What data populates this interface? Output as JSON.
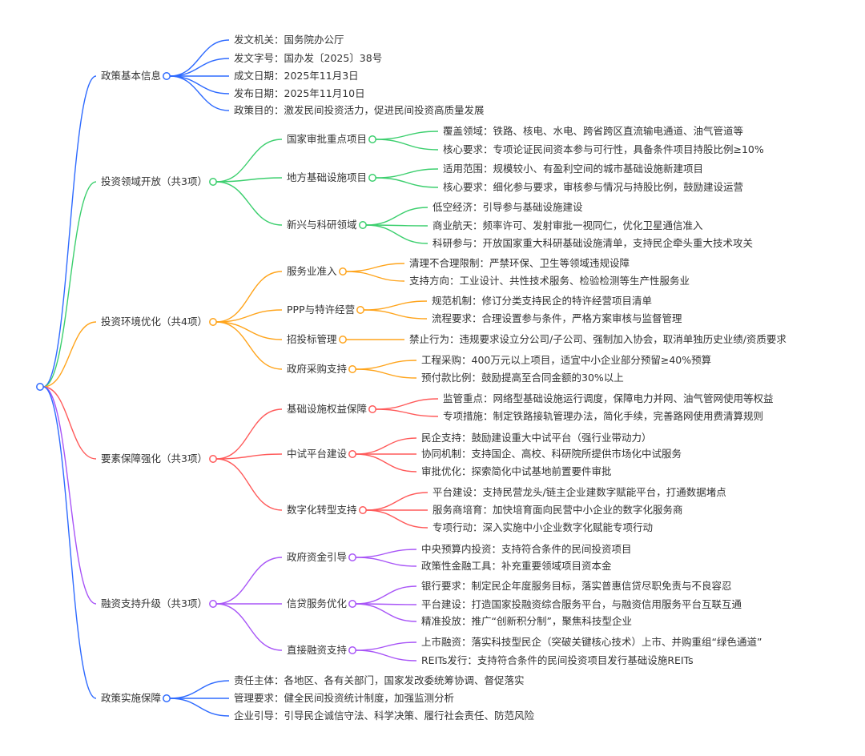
{
  "root": {
    "color": "#2f6bff"
  },
  "branches": [
    {
      "label": "政策基本信息",
      "color": "#2f6bff",
      "items": [
        "发文机关：国务院办公厅",
        "发文字号：国办发〔2025〕38号",
        "成文日期：2025年11月3日",
        "发布日期：2025年11月10日",
        "政策目的：激发民间投资活力，促进民间投资高质量发展"
      ]
    },
    {
      "label": "投资领域开放（共3项）",
      "color": "#3ccf6e",
      "children": [
        {
          "label": "国家审批重点项目",
          "items": [
            "覆盖领域：铁路、核电、水电、跨省跨区直流输电通道、油气管道等",
            "核心要求：专项论证民间资本参与可行性，具备条件项目持股比例≥10%"
          ]
        },
        {
          "label": "地方基础设施项目",
          "items": [
            "适用范围：规模较小、有盈利空间的城市基础设施新建项目",
            "核心要求：细化参与要求，审核参与情况与持股比例，鼓励建设运营"
          ]
        },
        {
          "label": "新兴与科研领域",
          "items": [
            "低空经济：引导参与基础设施建设",
            "商业航天：频率许可、发射审批一视同仁，优化卫星通信准入",
            "科研参与：开放国家重大科研基础设施清单，支持民企牵头重大技术攻关"
          ]
        }
      ]
    },
    {
      "label": "投资环境优化（共4项）",
      "color": "#ffa41b",
      "children": [
        {
          "label": "服务业准入",
          "items": [
            "清理不合理限制：严禁环保、卫生等领域违规设障",
            "支持方向：工业设计、共性技术服务、检验检测等生产性服务业"
          ]
        },
        {
          "label": "PPP与特许经营",
          "items": [
            "规范机制：修订分类支持民企的特许经营项目清单",
            "流程要求：合理设置参与条件，严格方案审核与监督管理"
          ]
        },
        {
          "label": "招投标管理",
          "items": [
            "禁止行为：违规要求设立分公司/子公司、强制加入协会，取消单独历史业绩/资质要求"
          ]
        },
        {
          "label": "政府采购支持",
          "items": [
            "工程采购：400万元以上项目，适宜中小企业部分预留≥40%预算",
            "预付款比例：鼓励提高至合同金额的30%以上"
          ]
        }
      ]
    },
    {
      "label": "要素保障强化（共3项）",
      "color": "#ff5a5a",
      "children": [
        {
          "label": "基础设施权益保障",
          "items": [
            "监管重点：网络型基础设施运行调度，保障电力并网、油气管网使用等权益",
            "专项措施：制定铁路接轨管理办法，简化手续，完善路网使用费清算规则"
          ]
        },
        {
          "label": "中试平台建设",
          "items": [
            "民企支持：鼓励建设重大中试平台（强行业带动力）",
            "协同机制：支持国企、高校、科研院所提供市场化中试服务",
            "审批优化：探索简化中试基地前置要件审批"
          ]
        },
        {
          "label": "数字化转型支持",
          "items": [
            "平台建设：支持民营龙头/链主企业建数字赋能平台，打通数据堵点",
            "服务商培育：加快培育面向民营中小企业的数字化服务商",
            "专项行动：深入实施中小企业数字化赋能专项行动"
          ]
        }
      ]
    },
    {
      "label": "融资支持升级（共3项）",
      "color": "#a855f7",
      "children": [
        {
          "label": "政府资金引导",
          "items": [
            "中央预算内投资：支持符合条件的民间投资项目",
            "政策性金融工具：补充重要领域项目资本金"
          ]
        },
        {
          "label": "信贷服务优化",
          "items": [
            "银行要求：制定民企年度服务目标，落实普惠信贷尽职免责与不良容忍",
            "平台建设：打造国家投融资综合服务平台，与融资信用服务平台互联互通",
            "精准投放：推广“创新积分制”，聚焦科技型企业"
          ]
        },
        {
          "label": "直接融资支持",
          "items": [
            "上市融资：落实科技型民企（突破关键核心技术）上市、并购重组“绿色通道”",
            "REITs发行：支持符合条件的民间投资项目发行基础设施REITs"
          ]
        }
      ]
    },
    {
      "label": "政策实施保障",
      "color": "#2f6bff",
      "items": [
        "责任主体：各地区、各有关部门，国家发改委统筹协调、督促落实",
        "管理要求：健全民间投资统计制度，加强监测分析",
        "企业引导：引导民企诚信守法、科学决策、履行社会责任、防范风险"
      ]
    }
  ]
}
